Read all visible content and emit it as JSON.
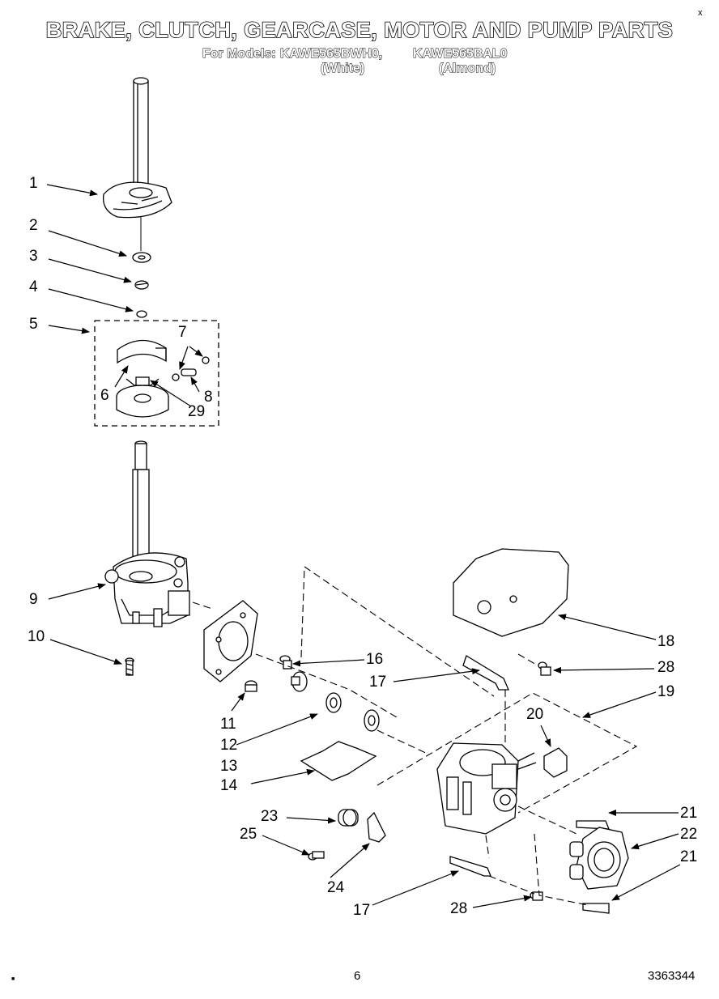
{
  "header": {
    "title": "BRAKE, CLUTCH, GEARCASE, MOTOR AND PUMP PARTS",
    "for_models_label": "For Models:",
    "model_white": "KAWE565BWH0,",
    "model_almond": "KAWE565BAL0",
    "color_white": "(White)",
    "color_almond": "(Almond)"
  },
  "callouts": {
    "c1": "1",
    "c2": "2",
    "c3": "3",
    "c4": "4",
    "c5": "5",
    "c6": "6",
    "c7": "7",
    "c8": "8",
    "c29": "29",
    "c9": "9",
    "c10": "10",
    "c11": "11",
    "c12": "12",
    "c13": "13",
    "c14": "14",
    "c16": "16",
    "c17a": "17",
    "c17b": "17",
    "c18": "18",
    "c19": "19",
    "c20": "20",
    "c21a": "21",
    "c21b": "21",
    "c22": "22",
    "c23": "23",
    "c24": "24",
    "c25": "25",
    "c28a": "28",
    "c28b": "28"
  },
  "footer": {
    "page": "6",
    "doc_number": "3363344"
  },
  "marks": {
    "corner_mark": "x",
    "margin_mark": "■"
  }
}
